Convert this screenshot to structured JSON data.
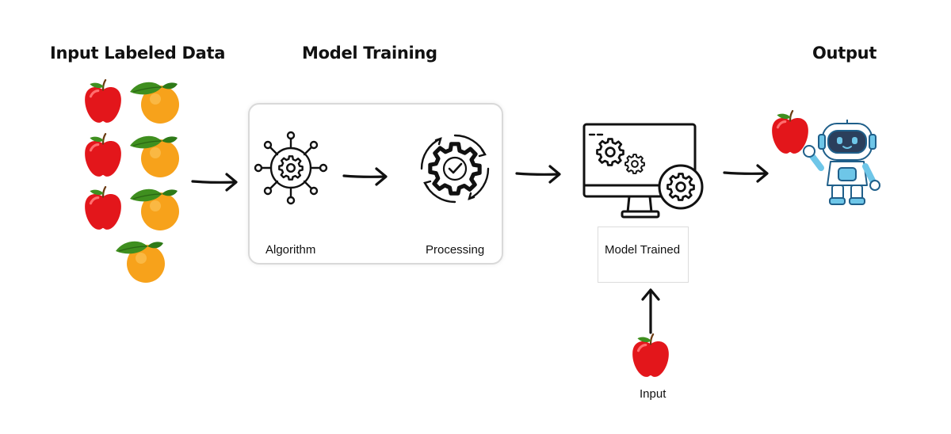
{
  "headings": {
    "input": "Input Labeled Data",
    "training": "Model Training",
    "output": "Output"
  },
  "labels": {
    "algorithm": "Algorithm",
    "processing": "Processing",
    "model_trained": "Model Trained",
    "input": "Input"
  },
  "icons": {
    "apple": "apple-icon",
    "orange": "orange-icon",
    "algorithm": "network-gear-icon",
    "processing": "gear-check-cycle-icon",
    "computer": "monitor-gears-icon",
    "robot": "robot-icon",
    "arrow": "arrow-right-icon"
  },
  "colors": {
    "apple_red": "#e3161b",
    "orange": "#f7a21b",
    "leaf": "#3f8f1f",
    "stroke": "#111111",
    "robot_blue": "#6ec6e8",
    "box_border": "#d9d9d9"
  }
}
